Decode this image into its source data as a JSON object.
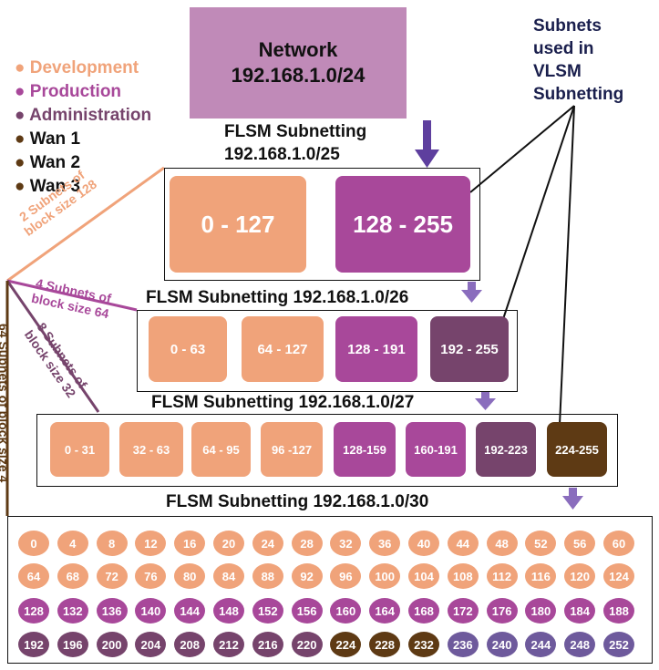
{
  "colors": {
    "development": "#f0a37a",
    "production": "#a8489a",
    "administration": "#76446c",
    "wan": "#5e3a14",
    "wan_alt": "#6e5a9c",
    "network_box": "#c08ab8",
    "arrow": "#8a6dbd",
    "note_text": "#1a1f4d"
  },
  "network": {
    "line1": "Network",
    "line2": "192.168.1.0/24"
  },
  "legend": [
    {
      "label": "Development",
      "color": "#f0a37a"
    },
    {
      "label": "Production",
      "color": "#a8489a"
    },
    {
      "label": "Administration",
      "color": "#76446c"
    },
    {
      "label": "Wan 1",
      "color": "#5e3a14"
    },
    {
      "label": "Wan 2",
      "color": "#5e3a14"
    },
    {
      "label": "Wan 3",
      "color": "#5e3a14"
    }
  ],
  "vlsm_note": [
    "Subnets",
    "used in",
    "VLSM",
    "Subnetting"
  ],
  "captions": {
    "l25_line1": "FLSM Subnetting",
    "l25_line2": "192.168.1.0/25",
    "l26": "FLSM Subnetting 192.168.1.0/26",
    "l27": "FLSM Subnetting 192.168.1.0/27",
    "l30": "FLSM Subnetting 192.168.1.0/30"
  },
  "branch_labels": {
    "b128_line1": "2 Subnets of",
    "b128_line2": "block size 128",
    "b64_line1": "4 Subnets of",
    "b64_line2": "block size 64",
    "b32_line1": "8 Subnets of",
    "b32_line2": "block size 32",
    "b4": "64 Subnets of block size 4"
  },
  "level25": [
    {
      "label": "0 - 127",
      "color": "#f0a37a"
    },
    {
      "label": "128 - 255",
      "color": "#a8489a"
    }
  ],
  "level26": [
    {
      "label": "0 - 63",
      "color": "#f0a37a"
    },
    {
      "label": "64 - 127",
      "color": "#f0a37a"
    },
    {
      "label": "128 - 191",
      "color": "#a8489a"
    },
    {
      "label": "192 - 255",
      "color": "#76446c"
    }
  ],
  "level27": [
    {
      "label": "0 - 31",
      "color": "#f0a37a"
    },
    {
      "label": "32 - 63",
      "color": "#f0a37a"
    },
    {
      "label": "64 - 95",
      "color": "#f0a37a"
    },
    {
      "label": "96 -127",
      "color": "#f0a37a"
    },
    {
      "label": "128-159",
      "color": "#a8489a"
    },
    {
      "label": "160-191",
      "color": "#a8489a"
    },
    {
      "label": "192-223",
      "color": "#76446c"
    },
    {
      "label": "224-255",
      "color": "#5e3a14"
    }
  ],
  "level30": [
    [
      "0",
      "4",
      "8",
      "12",
      "16",
      "20",
      "24",
      "28",
      "32",
      "36",
      "40",
      "44",
      "48",
      "52",
      "56",
      "60"
    ],
    [
      "64",
      "68",
      "72",
      "76",
      "80",
      "84",
      "88",
      "92",
      "96",
      "100",
      "104",
      "108",
      "112",
      "116",
      "120",
      "124"
    ],
    [
      "128",
      "132",
      "136",
      "140",
      "144",
      "148",
      "152",
      "156",
      "160",
      "164",
      "168",
      "172",
      "176",
      "180",
      "184",
      "188"
    ],
    [
      "192",
      "196",
      "200",
      "204",
      "208",
      "212",
      "216",
      "220",
      "224",
      "228",
      "232",
      "236",
      "240",
      "244",
      "248",
      "252"
    ]
  ],
  "level30_row_colors": [
    [
      "#f0a37a",
      "#f0a37a",
      "#f0a37a",
      "#f0a37a",
      "#f0a37a",
      "#f0a37a",
      "#f0a37a",
      "#f0a37a",
      "#f0a37a",
      "#f0a37a",
      "#f0a37a",
      "#f0a37a",
      "#f0a37a",
      "#f0a37a",
      "#f0a37a",
      "#f0a37a"
    ],
    [
      "#f0a37a",
      "#f0a37a",
      "#f0a37a",
      "#f0a37a",
      "#f0a37a",
      "#f0a37a",
      "#f0a37a",
      "#f0a37a",
      "#f0a37a",
      "#f0a37a",
      "#f0a37a",
      "#f0a37a",
      "#f0a37a",
      "#f0a37a",
      "#f0a37a",
      "#f0a37a"
    ],
    [
      "#a8489a",
      "#a8489a",
      "#a8489a",
      "#a8489a",
      "#a8489a",
      "#a8489a",
      "#a8489a",
      "#a8489a",
      "#a8489a",
      "#a8489a",
      "#a8489a",
      "#a8489a",
      "#a8489a",
      "#a8489a",
      "#a8489a",
      "#a8489a"
    ],
    [
      "#76446c",
      "#76446c",
      "#76446c",
      "#76446c",
      "#76446c",
      "#76446c",
      "#76446c",
      "#76446c",
      "#5e3a14",
      "#5e3a14",
      "#5e3a14",
      "#6e5a9c",
      "#6e5a9c",
      "#6e5a9c",
      "#6e5a9c",
      "#6e5a9c"
    ]
  ]
}
